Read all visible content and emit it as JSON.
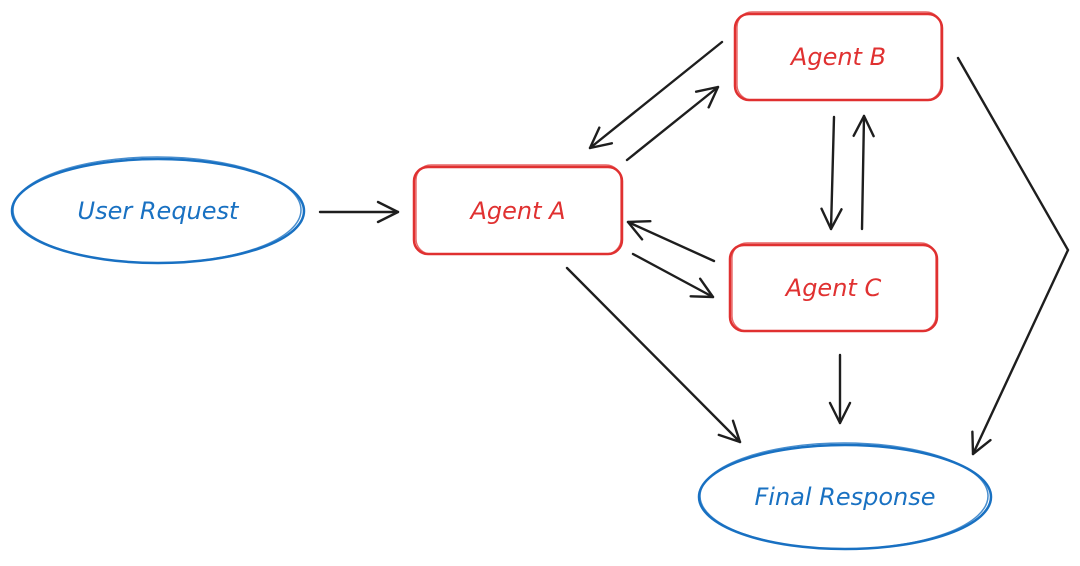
{
  "nodes": {
    "user_request": "User Request",
    "agent_a": "Agent A",
    "agent_b": "Agent B",
    "agent_c": "Agent C",
    "final_response": "Final Response"
  },
  "colors": {
    "agent": "#e03131",
    "io": "#1971c2",
    "arrow": "#1e1e1e"
  }
}
